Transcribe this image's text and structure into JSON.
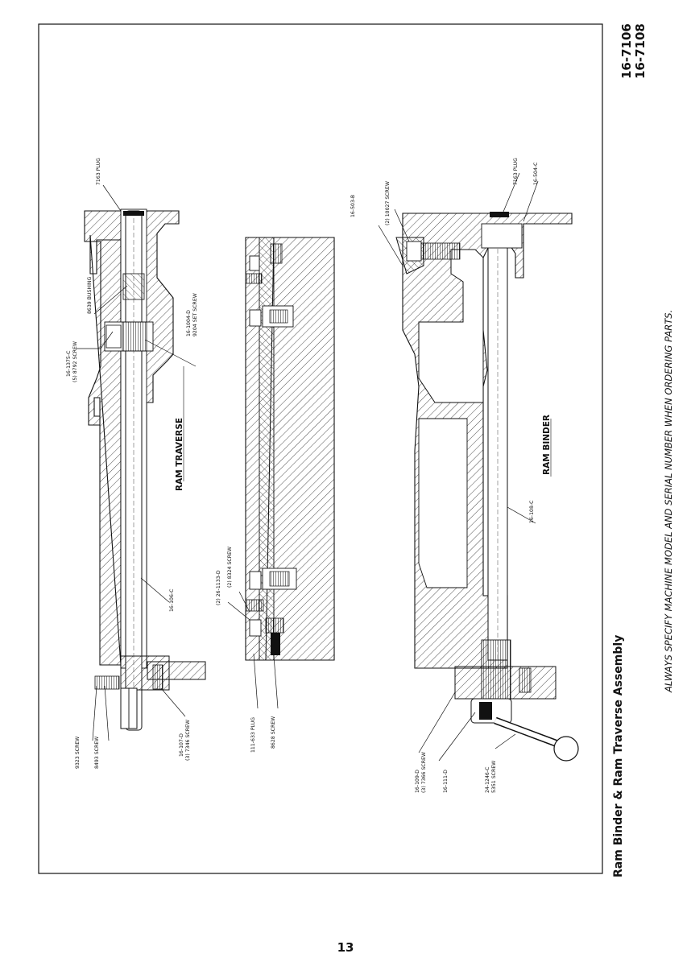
{
  "title": "Ram Binder & Ram Traverse Assembly",
  "model_numbers": [
    "16-7106",
    "16-7108"
  ],
  "notice": "ALWAYS SPECIFY MACHINE MODEL AND SERIAL NUMBER WHEN ORDERING PARTS.",
  "page_number": "13",
  "view_titles": {
    "traverse": "RAM TRAVERSE",
    "binder": "RAM BINDER"
  },
  "labels": {
    "plug_7163_top": "7163 PLUG",
    "bushing_8639": "8639 BUSHING",
    "part_16_1004_d": "16-1004-D",
    "set_screw_9204": "9204 SET SCREW",
    "part_16_1375_c": "16-1375-C",
    "screw_5_8792": "(5) 8792 SCREW",
    "shaft_16_106_c": "16-106-C",
    "screw_2_8324": "(2) 8324 SCREW",
    "part_2_26_1133_d": "(2) 26-1133-D",
    "screw_9323": "9323 SCREW",
    "screw_8493": "8493 SCREW",
    "part_16_107_d": "16-107-D",
    "screw_3_7346": "(3) 7346 SCREW",
    "plug_111_633": "111-633 PLUG",
    "screw_8628": "8628 SCREW",
    "part_16_503_b": "16-503-B",
    "screw_2_10027": "(2) 10027 SCREW",
    "plug_7163_binder": "7163 PLUG",
    "part_16_504_c": "16-504-C",
    "shaft_16_108_c": "16-108-C",
    "part_16_109_d": "16-109-D",
    "screw_3_7366": "(3) 7366 SCREW",
    "part_16_111_d": "16-111-D",
    "part_24_1246_c": "24-1246-C",
    "screw_5351": "5351 SCREW"
  }
}
